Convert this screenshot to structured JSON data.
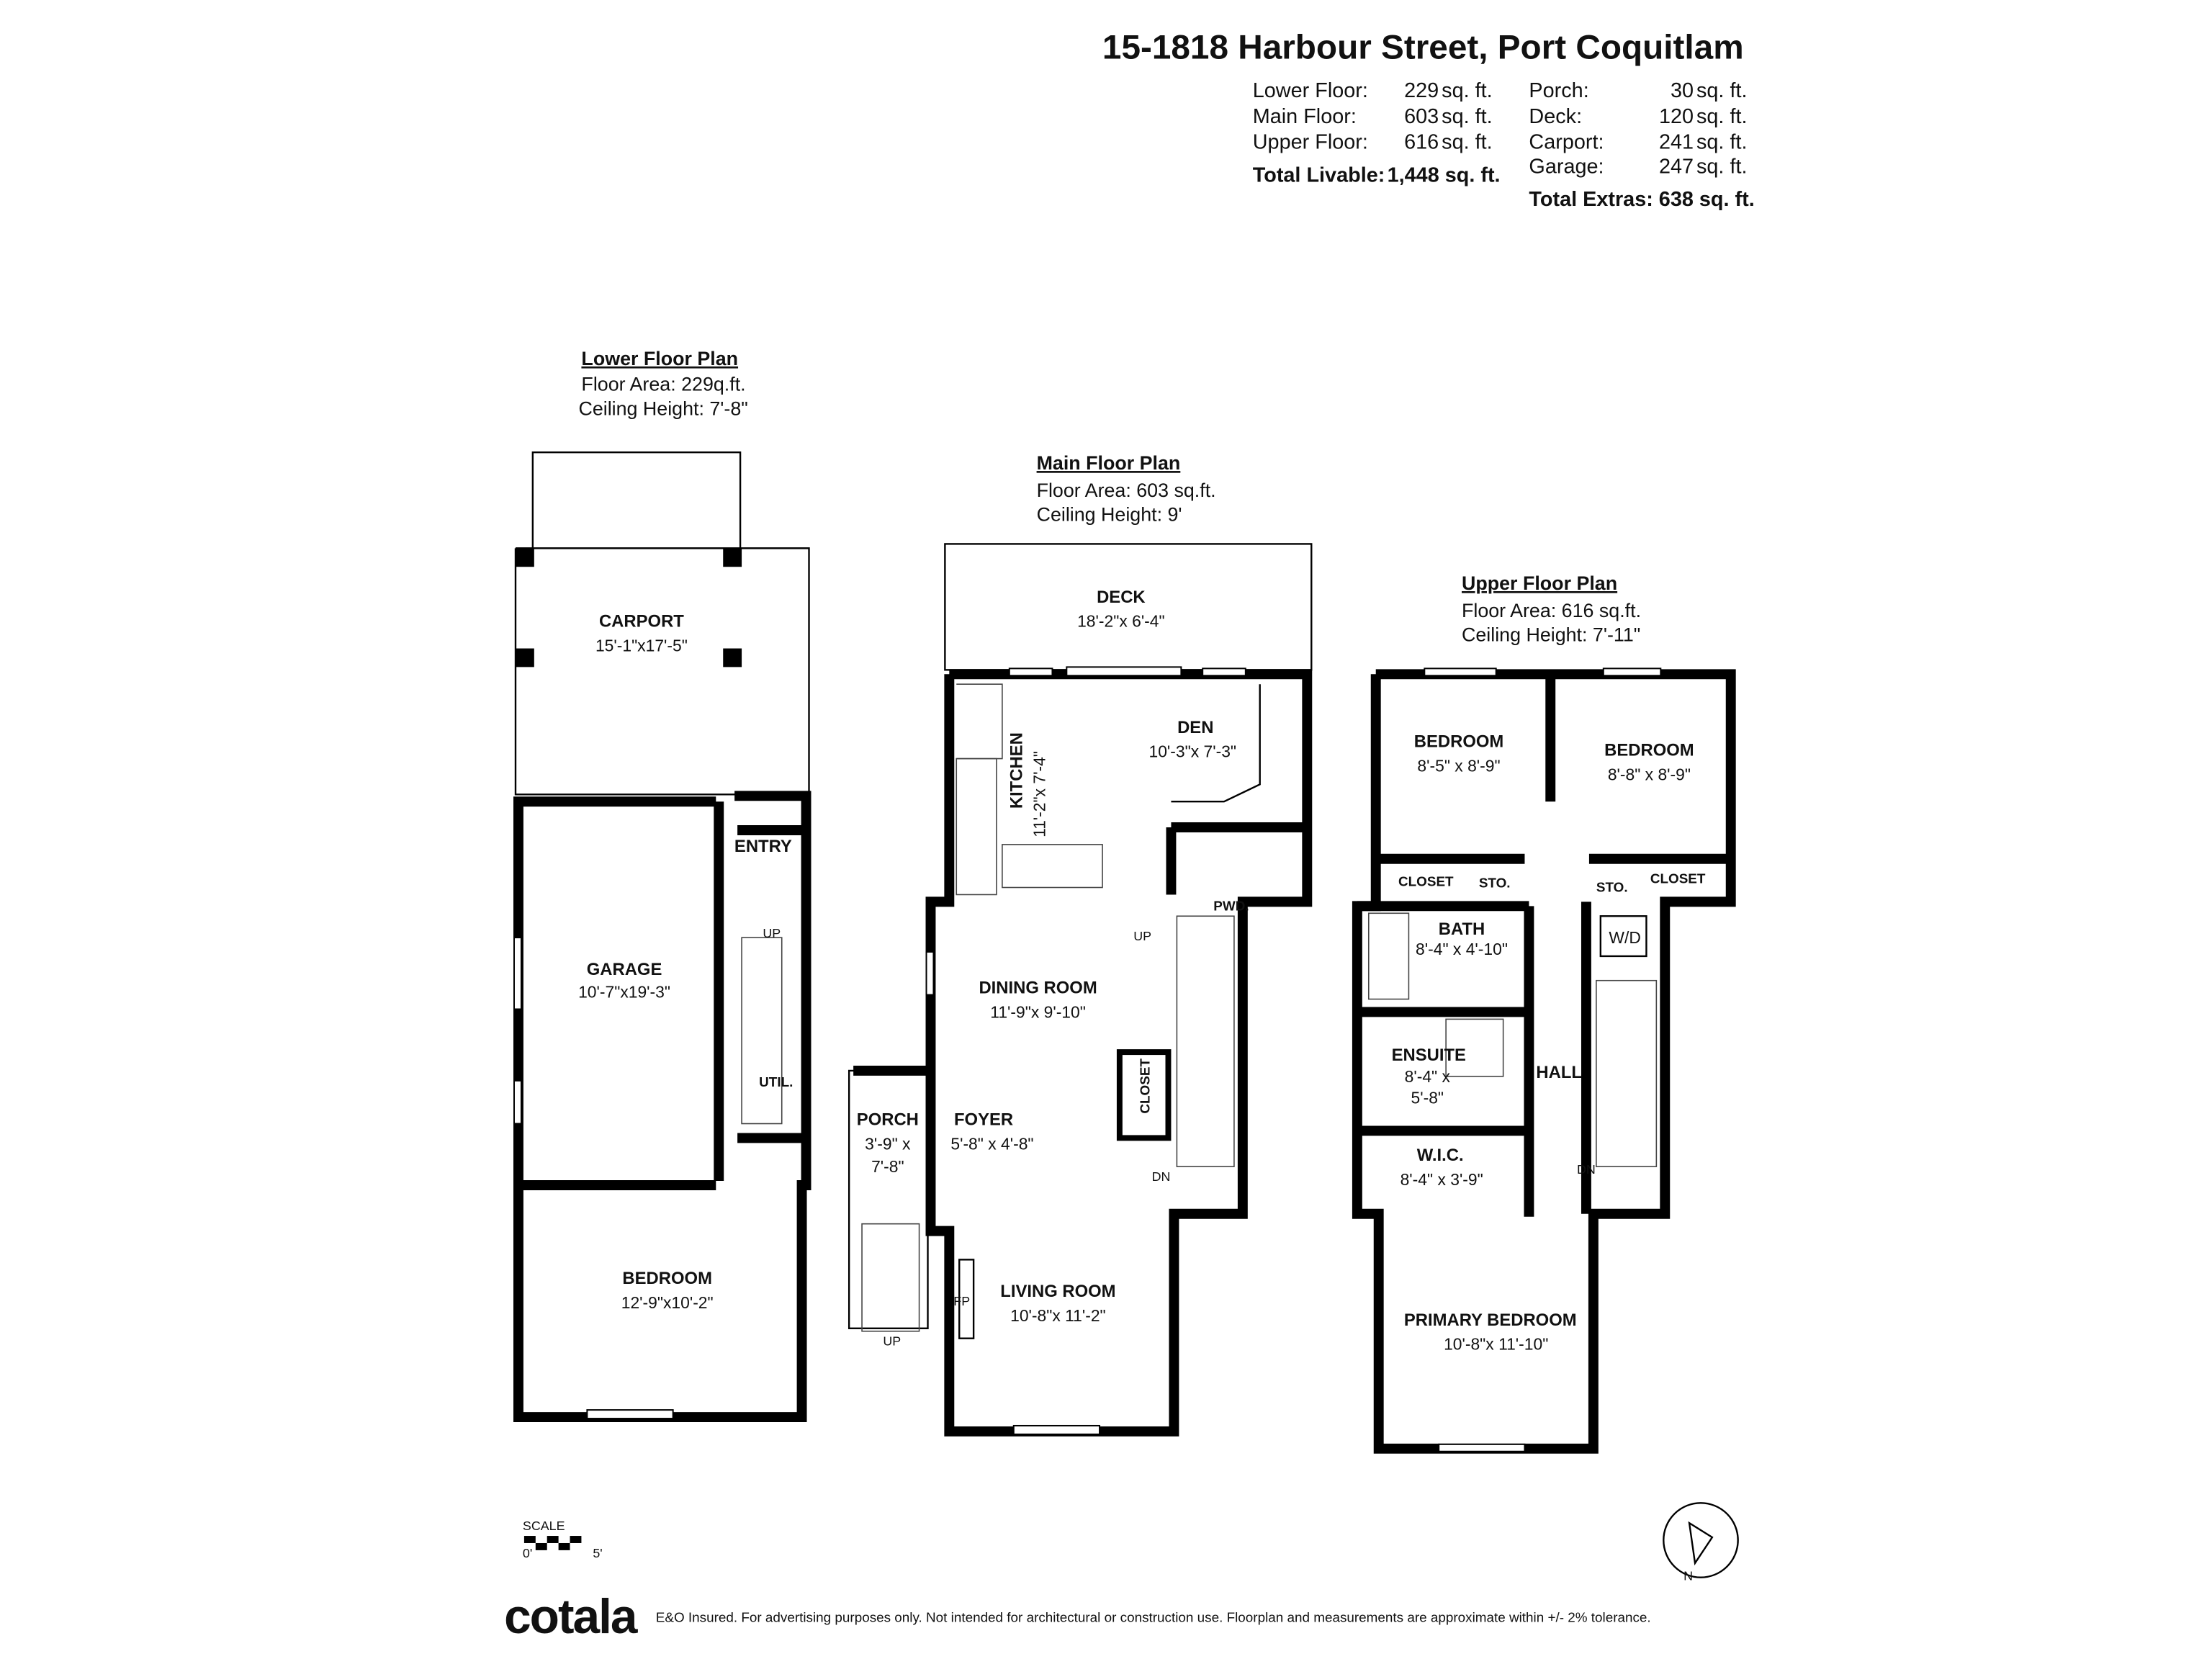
{
  "title": "15-1818 Harbour Street, Port Coquitlam",
  "summary": {
    "livable": [
      {
        "label": "Lower Floor:",
        "value": "229",
        "unit": "sq. ft."
      },
      {
        "label": "Main Floor:",
        "value": "603",
        "unit": "sq. ft."
      },
      {
        "label": "Upper Floor:",
        "value": "616",
        "unit": "sq. ft."
      }
    ],
    "total_livable_label": "Total Livable:",
    "total_livable_value": "1,448 sq. ft.",
    "extras": [
      {
        "label": "Porch:",
        "value": "30",
        "unit": "sq. ft."
      },
      {
        "label": "Deck:",
        "value": "120",
        "unit": "sq. ft."
      },
      {
        "label": "Carport:",
        "value": "241",
        "unit": "sq. ft."
      },
      {
        "label": "Garage:",
        "value": "247",
        "unit": "sq. ft."
      }
    ],
    "total_extras": "Total Extras: 638 sq. ft."
  },
  "plans": {
    "lower": {
      "heading": "Lower Floor Plan",
      "area": "Floor Area: 229q.ft.",
      "ceiling": "Ceiling Height: 7'-8\""
    },
    "main": {
      "heading": "Main Floor Plan",
      "area": "Floor Area: 603 sq.ft.",
      "ceiling": "Ceiling Height: 9'"
    },
    "upper": {
      "heading": "Upper Floor Plan",
      "area": "Floor Area: 616 sq.ft.",
      "ceiling": "Ceiling Height: 7'-11\""
    }
  },
  "rooms": {
    "carport": {
      "name": "CARPORT",
      "dim": "15'-1\"x17'-5\""
    },
    "entry": {
      "name": "ENTRY"
    },
    "garage": {
      "name": "GARAGE",
      "dim": "10'-7\"x19'-3\""
    },
    "util": {
      "name": "UTIL."
    },
    "lower_bedroom": {
      "name": "BEDROOM",
      "dim": "12'-9\"x10'-2\""
    },
    "deck": {
      "name": "DECK",
      "dim": "18'-2\"x 6'-4\""
    },
    "kitchen": {
      "name": "KITCHEN",
      "dim": "11'-2\"x 7'-4\""
    },
    "den": {
      "name": "DEN",
      "dim": "10'-3\"x 7'-3\""
    },
    "pwd": {
      "name": "PWD."
    },
    "dining": {
      "name": "DINING ROOM",
      "dim": "11'-9\"x 9'-10\""
    },
    "closet_main": {
      "name": "CLOSET"
    },
    "porch": {
      "name": "PORCH",
      "dim1": "3'-9\" x",
      "dim2": "7'-8\""
    },
    "foyer": {
      "name": "FOYER",
      "dim": "5'-8\" x 4'-8\""
    },
    "living": {
      "name": "LIVING ROOM",
      "dim": "10'-8\"x 11'-2\""
    },
    "fp": {
      "name": "FP"
    },
    "bedroom1": {
      "name": "BEDROOM",
      "dim": "8'-5\" x 8'-9\""
    },
    "bedroom2": {
      "name": "BEDROOM",
      "dim": "8'-8\" x 8'-9\""
    },
    "closet1": {
      "name": "CLOSET"
    },
    "sto1": {
      "name": "STO."
    },
    "sto2": {
      "name": "STO."
    },
    "closet2": {
      "name": "CLOSET"
    },
    "bath": {
      "name": "BATH",
      "dim": "8'-4\" x 4'-10\""
    },
    "wd": {
      "name": "W/D"
    },
    "ensuite": {
      "name": "ENSUITE",
      "dim1": "8'-4\" x",
      "dim2": "5'-8\""
    },
    "hall": {
      "name": "HALL"
    },
    "wic": {
      "name": "W.I.C.",
      "dim": "8'-4\" x 3'-9\""
    },
    "primary": {
      "name": "PRIMARY BEDROOM",
      "dim": "10'-8\"x 11'-10\""
    }
  },
  "stairs": {
    "up": "UP",
    "dn": "DN"
  },
  "scale": {
    "label": "SCALE",
    "start": "0'",
    "end": "5'"
  },
  "compass": {
    "north": "N"
  },
  "footer": {
    "logo": "cotala",
    "disclaimer": "E&O Insured. For advertising purposes only. Not intended for architectural or construction use. Floorplan and measurements are approximate within +/- 2% tolerance."
  }
}
